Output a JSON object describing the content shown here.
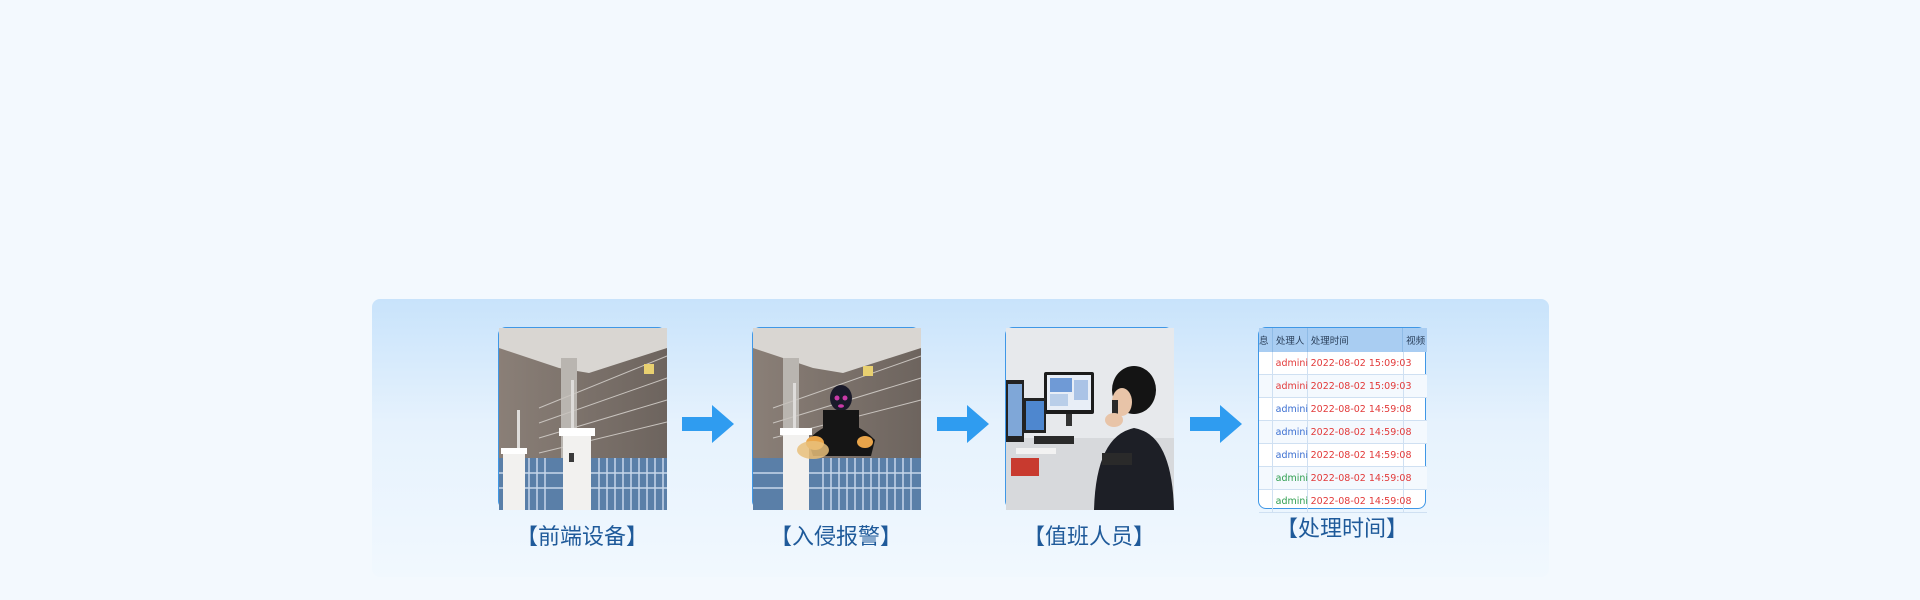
{
  "steps": [
    {
      "caption": "【前端设备】",
      "image": "fence-pole-photo"
    },
    {
      "caption": "【入侵报警】",
      "image": "intruder-climbing-fence-photo"
    },
    {
      "caption": "【值班人员】",
      "image": "duty-officer-at-desk-photo"
    },
    {
      "caption": "【处理时间】",
      "image": "handling-time-table"
    }
  ],
  "table": {
    "headers": [
      "息",
      "处理人",
      "处理时间",
      "视频"
    ],
    "rows": [
      {
        "handler": "admini",
        "time": "2022-08-02 15:09:03",
        "handler_color": "#e23a3a"
      },
      {
        "handler": "admini",
        "time": "2022-08-02 15:09:03",
        "handler_color": "#e23a3a"
      },
      {
        "handler": "admini",
        "time": "2022-08-02 14:59:08",
        "handler_color": "#3b6fd1"
      },
      {
        "handler": "admini",
        "time": "2022-08-02 14:59:08",
        "handler_color": "#3b6fd1"
      },
      {
        "handler": "admini",
        "time": "2022-08-02 14:59:08",
        "handler_color": "#3b6fd1"
      },
      {
        "handler": "admini",
        "time": "2022-08-02 14:59:08",
        "handler_color": "#2e9e4f"
      },
      {
        "handler": "admini",
        "time": "2022-08-02 14:59:08",
        "handler_color": "#2e9e4f"
      }
    ]
  },
  "colors": {
    "accent": "#3f97e6",
    "arrow": "#2f9cf0",
    "caption": "#1f5a9a"
  },
  "icons": [
    "arrow-right-icon"
  ]
}
